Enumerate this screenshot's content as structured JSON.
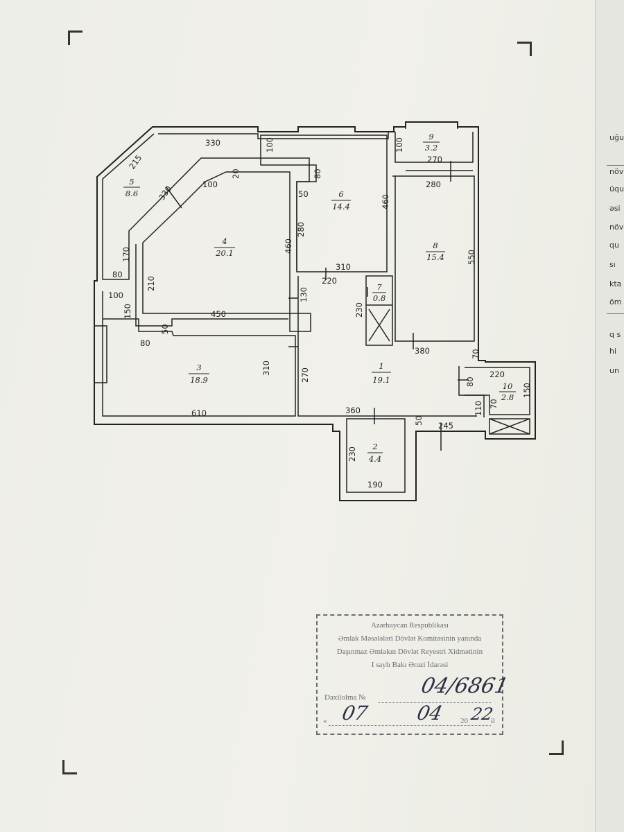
{
  "side_sheet": [
    "uğu",
    "növ",
    "üqu",
    "əsi",
    "növ",
    "qu",
    "sı",
    "kta",
    "öm",
    "q s",
    "hi",
    "un"
  ],
  "plan": {
    "rooms": [
      {
        "number": "1",
        "area": "19.1"
      },
      {
        "number": "2",
        "area": "4.4"
      },
      {
        "number": "3",
        "area": "18.9"
      },
      {
        "number": "4",
        "area": "20.1"
      },
      {
        "number": "5",
        "area": "8.6"
      },
      {
        "number": "6",
        "area": "14.4"
      },
      {
        "number": "7",
        "area": "0.8"
      },
      {
        "number": "8",
        "area": "15.4"
      },
      {
        "number": "9",
        "area": "3.2"
      },
      {
        "number": "10",
        "area": "2.8"
      }
    ],
    "dimensions": [
      "330",
      "215",
      "330",
      "100",
      "20",
      "80",
      "100",
      "270",
      "100",
      "280",
      "460",
      "50",
      "280",
      "460",
      "550",
      "170",
      "80",
      "210",
      "310",
      "220",
      "230",
      "130",
      "100",
      "150",
      "450",
      "50",
      "80",
      "380",
      "70",
      "310",
      "270",
      "220",
      "80",
      "150",
      "70",
      "110",
      "610",
      "360",
      "50",
      "245",
      "230",
      "190"
    ]
  },
  "stamp": {
    "lines": [
      "Azərbaycan Respublikası",
      "Əmlak Məsələləri Dövlət Komitəsinin yanında",
      "Daşınmaz Əmlakın Dövlət Reyestri Xidmətinin",
      "I saylı Bakı Ərazi İdarəsi"
    ],
    "registration_label": "Daxilolma №",
    "quote_open": "«",
    "year_prefix": "20",
    "quote_close": "il",
    "handwritten": {
      "registration_number": "04/6861",
      "day": "07",
      "month": "04",
      "year": "22"
    }
  }
}
